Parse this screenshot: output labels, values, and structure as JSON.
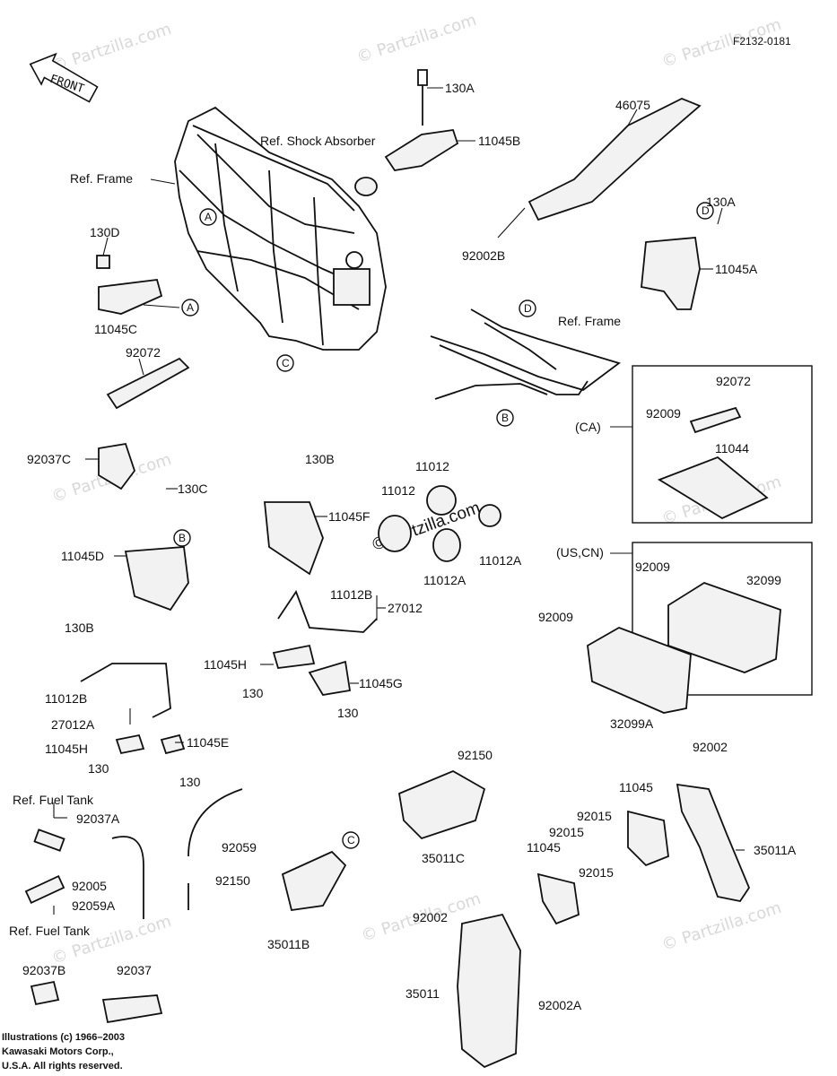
{
  "diagram_code": "F2132-0181",
  "front_arrow": "FRONT",
  "watermark": "© Partzilla.com",
  "watermark_short": "© partzilla.com",
  "credit": [
    "Illustrations (c) 1966–2003",
    "Kawasaki Motors Corp.,",
    "U.S.A.  All rights reserved."
  ],
  "groups": {
    "ca": "(CA)",
    "us_cn": "(US,CN)"
  },
  "refs": {
    "A": "A",
    "B": "B",
    "C": "C",
    "D": "D"
  },
  "labels": {
    "p130A_top": "130A",
    "p11045B": "11045B",
    "ref_shock": "Ref. Shock Absorber",
    "ref_frame_1": "Ref. Frame",
    "p46075": "46075",
    "p130D": "130D",
    "p11045C": "11045C",
    "p92002B": "92002B",
    "p130A_right": "130A",
    "p11045A": "11045A",
    "ref_frame_2": "Ref. Frame",
    "p92072_left": "92072",
    "p92072_ca": "92072",
    "p92009_ca": "92009",
    "p11044": "11044",
    "p92037C": "92037C",
    "p130C": "130C",
    "p130B_top": "130B",
    "p11045F": "11045F",
    "p11012_top": "11012",
    "p11012_left": "11012",
    "p11012A_right": "11012A",
    "p11012A_bottom": "11012A",
    "p11045D": "11045D",
    "p130B_left": "130B",
    "p92009_us": "92009",
    "p32099": "32099",
    "p92009_mid": "92009",
    "p11012B_mid": "11012B",
    "p27012": "27012",
    "p11045H_mid": "11045H",
    "p11045G": "11045G",
    "p130_mid_left": "130",
    "p130_mid_right": "130",
    "p32099A": "32099A",
    "p11012B_left": "11012B",
    "p27012A": "27012A",
    "p11045H_left": "11045H",
    "p11045E": "11045E",
    "p130_left_a": "130",
    "p130_left_b": "130",
    "p92150_top": "92150",
    "p92002_right": "92002",
    "p11045_right": "11045",
    "ref_fuel_tank_1": "Ref. Fuel Tank",
    "p92037A": "92037A",
    "p92059": "92059",
    "p35011C": "35011C",
    "p92015_a": "92015",
    "p92015_b": "92015",
    "p11045_mid": "11045",
    "p35011A": "35011A",
    "p92005": "92005",
    "p92059A": "92059A",
    "p92150_bottom": "92150",
    "p92015_c": "92015",
    "ref_fuel_tank_2": "Ref. Fuel Tank",
    "p35011B": "35011B",
    "p92002_bottom": "92002",
    "p92037B": "92037B",
    "p92037": "92037",
    "p35011": "35011",
    "p92002A": "92002A"
  }
}
